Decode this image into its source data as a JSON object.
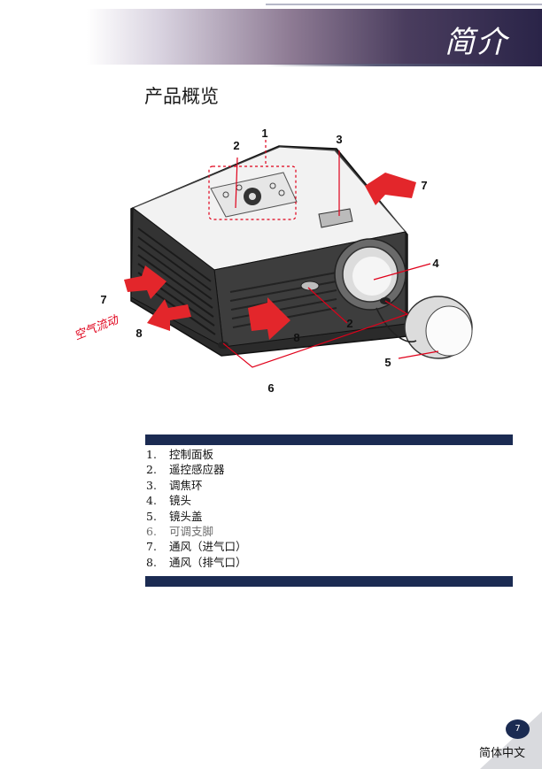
{
  "header": {
    "chapter_title": "简介"
  },
  "section_title": "产品概览",
  "diagram": {
    "callouts": [
      {
        "num": "1"
      },
      {
        "num": "2"
      },
      {
        "num": "3"
      },
      {
        "num": "7"
      },
      {
        "num": "4"
      },
      {
        "num": "7"
      },
      {
        "num": "2"
      },
      {
        "num": "8"
      },
      {
        "num": "8"
      },
      {
        "num": "5"
      },
      {
        "num": "6"
      }
    ],
    "airflow_label": "空气流动",
    "colors": {
      "callout_line": "#e0001a",
      "arrow": "#e3262b"
    }
  },
  "parts": [
    {
      "num": "1.",
      "label": "控制面板"
    },
    {
      "num": "2.",
      "label": "遥控感应器"
    },
    {
      "num": "3.",
      "label": "调焦环"
    },
    {
      "num": "4.",
      "label": "镜头"
    },
    {
      "num": "5.",
      "label": "镜头盖"
    },
    {
      "num": "6.",
      "label": "可调支脚"
    },
    {
      "num": "7.",
      "label": "通风（进气口）"
    },
    {
      "num": "8.",
      "label": "通风（排气口）"
    }
  ],
  "footer": {
    "page_number": "7",
    "language": "简体中文"
  }
}
